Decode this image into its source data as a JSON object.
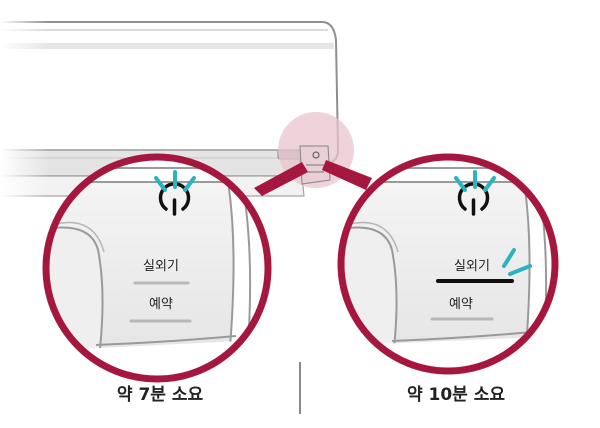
{
  "left_panel": {
    "button_1_label": "실외기",
    "button_2_label": "예약",
    "caption": "약 7분 소요"
  },
  "right_panel": {
    "button_1_label": "실외기",
    "button_2_label": "예약",
    "caption": "약 10분 소요"
  },
  "colors": {
    "ring": "#a6173f",
    "highlight_zone": "#e8c4cf",
    "blink_rays": "#2bb3c0",
    "pressed_underline": "#111111"
  },
  "icons": [
    "power-icon",
    "blink-rays-icon"
  ]
}
